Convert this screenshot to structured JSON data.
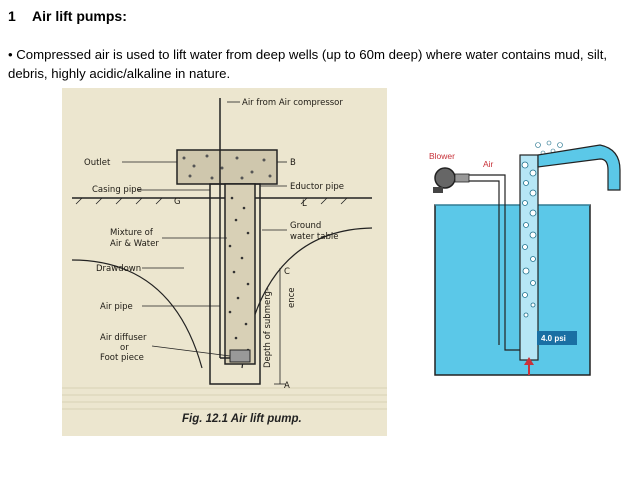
{
  "slide": {
    "number": "1",
    "title": "Air lift pumps:",
    "bullet": "• Compressed air is used to lift water from deep wells (up to 60m deep) where water contains mud, silt, debris, highly acidic/alkaline in nature."
  },
  "figure_left": {
    "caption": "Fig. 12.1  Air lift pump.",
    "labels": {
      "air_compressor": "Air from Air compressor",
      "outlet": "Outlet",
      "b": "B",
      "eductor": "Eductor pipe",
      "casing": "Casing pipe",
      "g": "G",
      "l": "L",
      "mixture1": "Mixture of",
      "mixture2": "Air & Water",
      "ground1": "Ground",
      "ground2": "water table",
      "drawdown": "Drawdown",
      "c": "C",
      "air_pipe": "Air pipe",
      "diffuser1": "Air diffuser",
      "diffuser2": "or",
      "diffuser3": "Foot piece",
      "depth": "Depth of submerg-",
      "depth2": "ence",
      "a": "A"
    }
  },
  "figure_right": {
    "blower": "Blower",
    "air": "Air",
    "pressure": "4.0 psi",
    "colors": {
      "water": "#5bc8e8",
      "outline": "#222222",
      "label": "#c8323a",
      "arrow": "#c8323a"
    }
  }
}
